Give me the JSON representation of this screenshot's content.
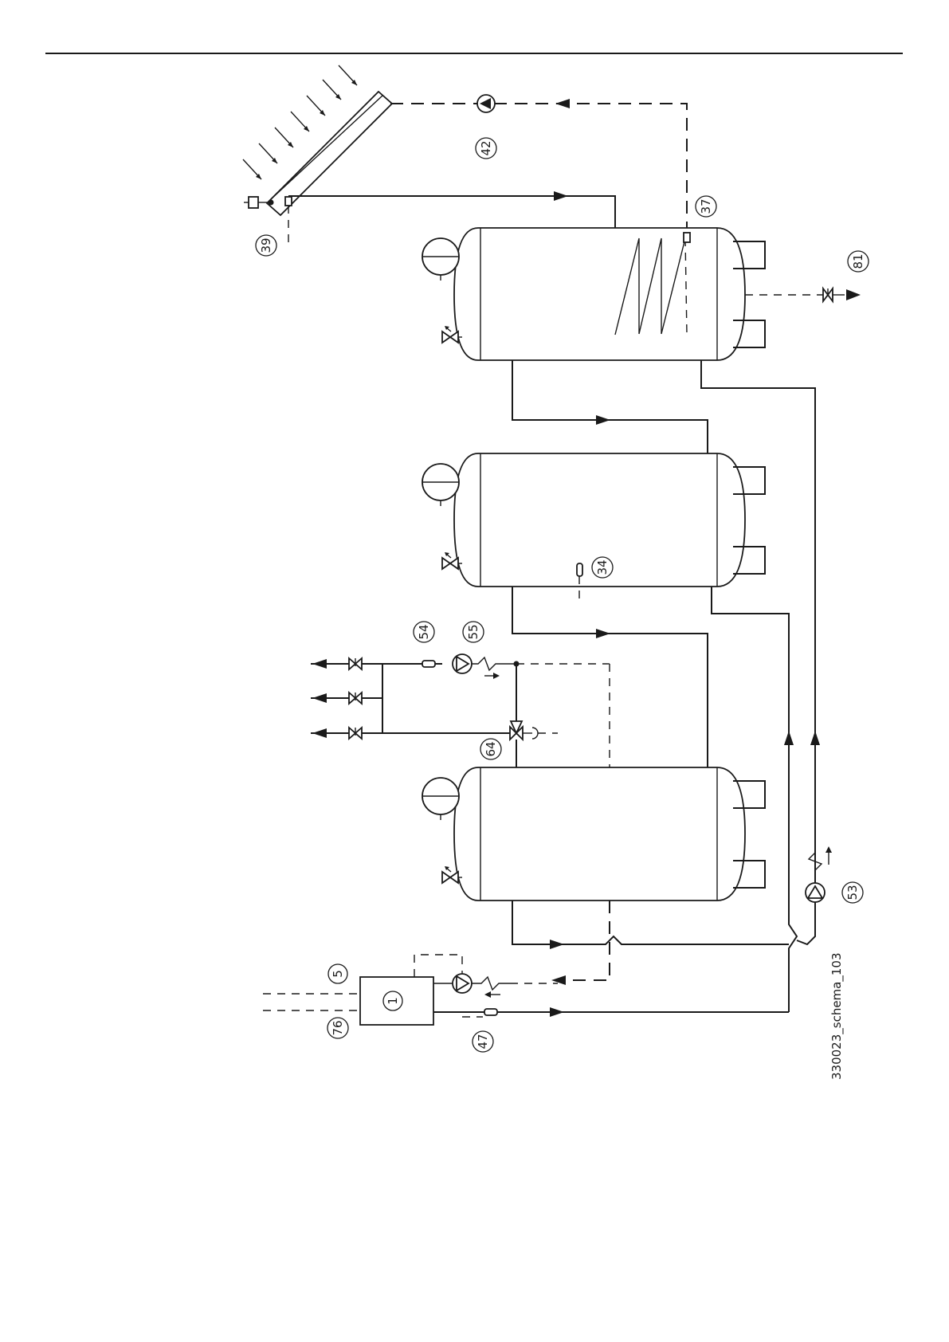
{
  "diagram": {
    "ref_code": "330023_schema_103",
    "callouts": {
      "boiler": "1",
      "c5": "5",
      "c76": "76",
      "c47": "47",
      "c53": "53",
      "c64": "64",
      "c54": "54",
      "c55": "55",
      "c34": "34",
      "c37": "37",
      "c39": "39",
      "c42": "42",
      "c81": "81"
    }
  }
}
